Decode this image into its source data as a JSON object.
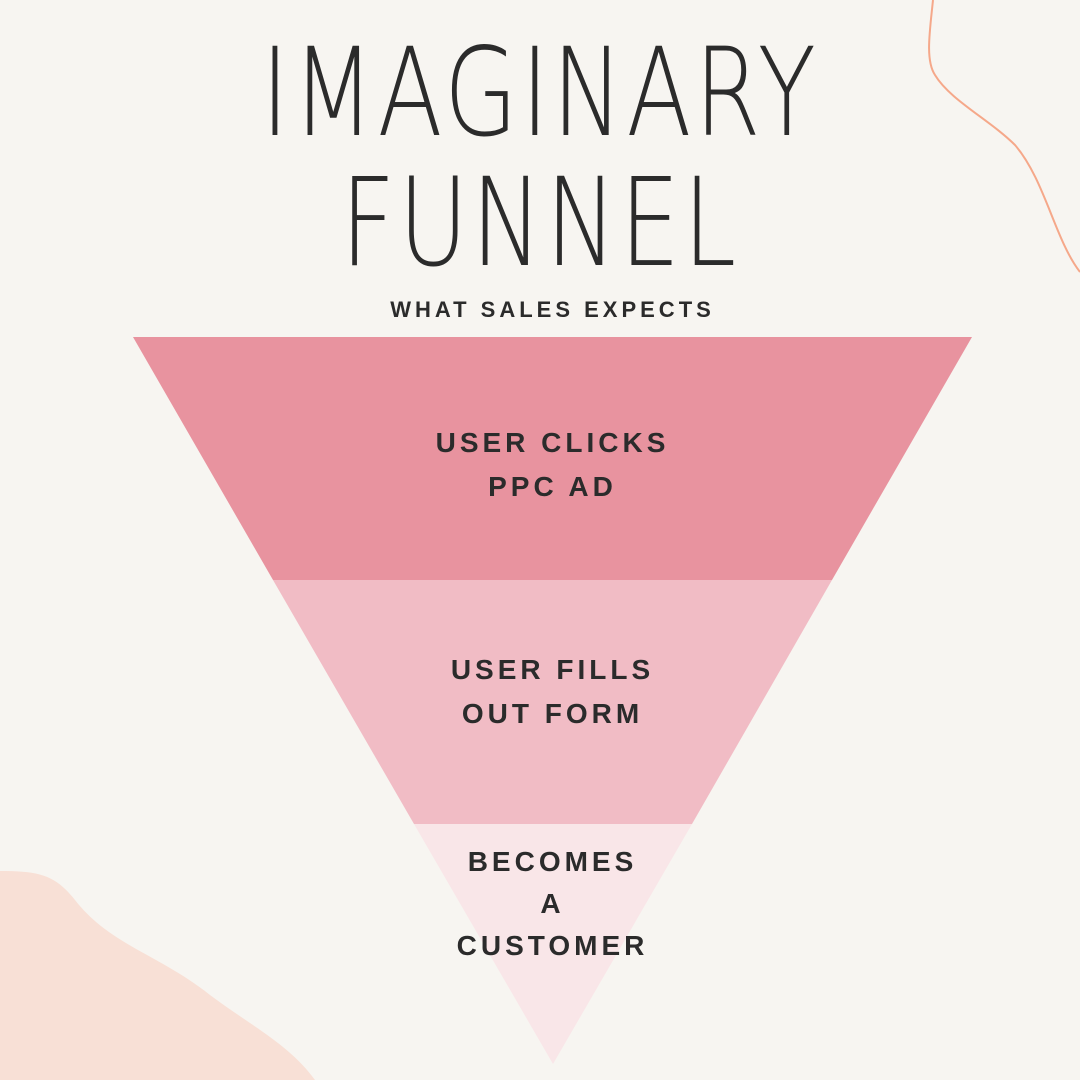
{
  "title": {
    "line1": "IMAGINARY",
    "line2": "FUNNEL"
  },
  "subtitle": "WHAT SALES EXPECTS",
  "funnel": {
    "stages": [
      {
        "lines": [
          "USER CLICKS",
          "PPC AD"
        ],
        "color": "#e8939f"
      },
      {
        "lines": [
          "USER FILLS",
          "OUT FORM"
        ],
        "color": "#f1bcc5"
      },
      {
        "lines": [
          "BECOMES",
          "A",
          "CUSTOMER"
        ],
        "color": "#f9e6e8"
      }
    ]
  },
  "colors": {
    "background": "#f7f5f1",
    "text": "#2b2b2b",
    "blob": "#f8e0d6",
    "line_accent": "#f5a88a"
  }
}
